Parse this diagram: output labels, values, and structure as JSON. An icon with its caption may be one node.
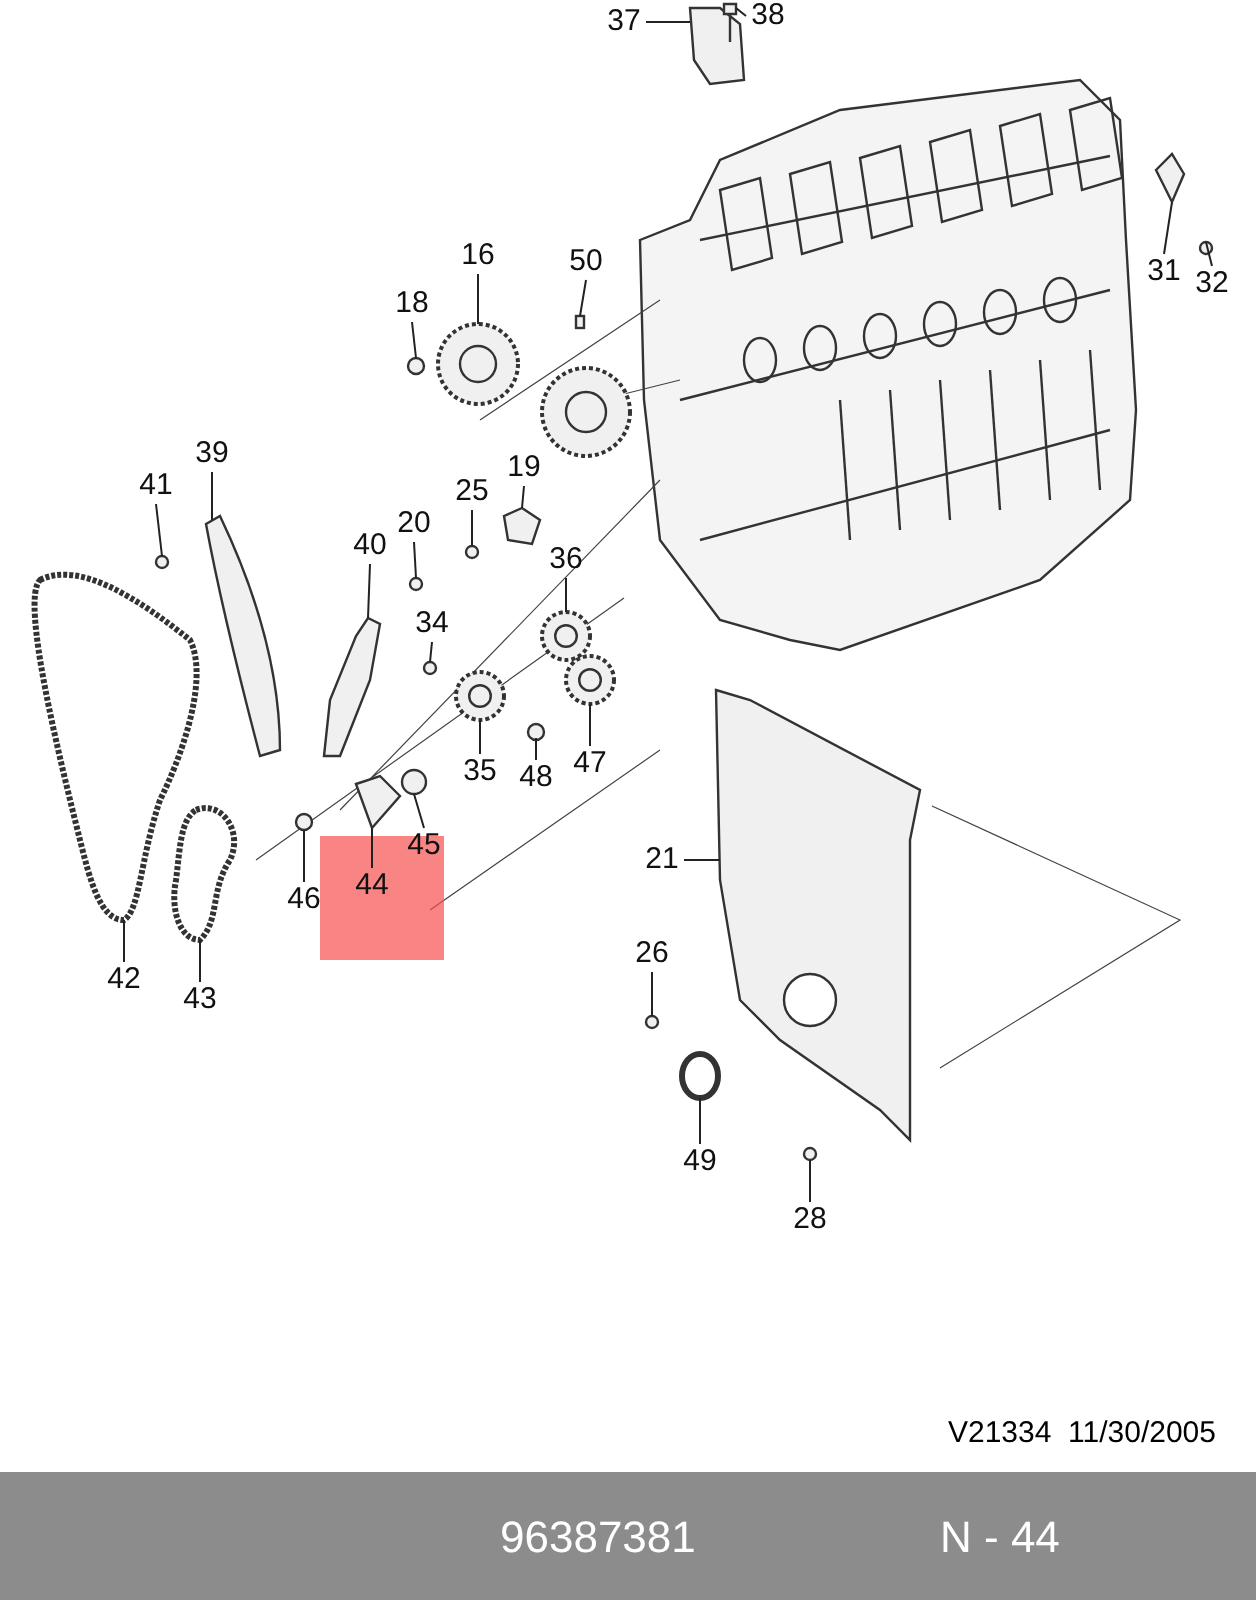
{
  "diagram": {
    "nodes": [
      {
        "text": [
          "37"
        ]
      },
      {
        "text": [
          "38"
        ]
      },
      {
        "text": [
          "16"
        ]
      },
      {
        "text": [
          "50"
        ]
      },
      {
        "text": [
          "18"
        ]
      },
      {
        "text": [
          "31"
        ]
      },
      {
        "text": [
          "32"
        ]
      },
      {
        "text": [
          "41"
        ]
      },
      {
        "text": [
          "39"
        ]
      },
      {
        "text": [
          "19"
        ]
      },
      {
        "text": [
          "25"
        ]
      },
      {
        "text": [
          "20"
        ]
      },
      {
        "text": [
          "40"
        ]
      },
      {
        "text": [
          "36"
        ]
      },
      {
        "text": [
          "34"
        ]
      },
      {
        "text": [
          "35"
        ]
      },
      {
        "text": [
          "48"
        ]
      },
      {
        "text": [
          "47"
        ]
      },
      {
        "text": [
          "21"
        ]
      },
      {
        "text": [
          "45"
        ]
      },
      {
        "text": [
          "44"
        ]
      },
      {
        "text": [
          "46"
        ]
      },
      {
        "text": [
          "42"
        ]
      },
      {
        "text": [
          "26"
        ]
      },
      {
        "text": [
          "43"
        ]
      },
      {
        "text": [
          "49"
        ]
      },
      {
        "text": [
          "28"
        ]
      },
      {
        "text": [],
        "shape": "picture"
      },
      {
        "text": [],
        "shape": "picture"
      },
      {
        "text": [],
        "shape": "picture"
      },
      {
        "text": [],
        "shape": "box"
      },
      {
        "text": [],
        "shape": "circle"
      },
      {
        "text": [],
        "shape": "picture"
      },
      {
        "text": [],
        "shape": "circle"
      },
      {
        "text": [],
        "shape": "circle"
      },
      {
        "text": [],
        "shape": "picture"
      },
      {
        "text": [],
        "shape": "picture"
      },
      {
        "text": [],
        "shape": "circle"
      },
      {
        "text": [],
        "shape": "circle"
      },
      {
        "text": [],
        "shape": "picture"
      },
      {
        "text": [],
        "shape": "picture"
      },
      {
        "text": [],
        "shape": "circle"
      },
      {
        "text": [],
        "shape": "picture"
      },
      {
        "text": [],
        "shape": "circle"
      },
      {
        "text": [],
        "shape": "picture"
      },
      {
        "text": [],
        "shape": "picture"
      },
      {
        "text": [],
        "shape": "circle"
      },
      {
        "text": [],
        "shape": "picture"
      },
      {
        "text": [],
        "shape": "circle"
      },
      {
        "text": [],
        "shape": "picture"
      },
      {
        "text": [],
        "shape": "circle"
      },
      {
        "text": [],
        "shape": "picture"
      },
      {
        "text": [],
        "shape": "picture"
      },
      {
        "text": [],
        "shape": "circle"
      }
    ],
    "edges": [
      {
        "from": 0,
        "to": 27,
        "arrow": "none"
      },
      {
        "from": 1,
        "to": 28,
        "arrow": "none"
      },
      {
        "from": 2,
        "to": 29,
        "arrow": "none"
      },
      {
        "from": 3,
        "to": 30,
        "arrow": "none"
      },
      {
        "from": 4,
        "to": 31,
        "arrow": "none"
      },
      {
        "from": 5,
        "to": 32,
        "arrow": "none"
      },
      {
        "from": 6,
        "to": 33,
        "arrow": "none"
      },
      {
        "from": 7,
        "to": 34,
        "arrow": "none"
      },
      {
        "from": 8,
        "to": 35,
        "arrow": "none"
      },
      {
        "from": 9,
        "to": 36,
        "arrow": "none"
      },
      {
        "from": 10,
        "to": 37,
        "arrow": "none"
      },
      {
        "from": 11,
        "to": 38,
        "arrow": "none"
      },
      {
        "from": 12,
        "to": 39,
        "arrow": "none"
      },
      {
        "from": 13,
        "to": 40,
        "arrow": "none"
      },
      {
        "from": 14,
        "to": 41,
        "arrow": "none"
      },
      {
        "from": 15,
        "to": 42,
        "arrow": "none"
      },
      {
        "from": 16,
        "to": 43,
        "arrow": "none"
      },
      {
        "from": 17,
        "to": 44,
        "arrow": "none"
      },
      {
        "from": 18,
        "to": 45,
        "arrow": "none"
      },
      {
        "from": 19,
        "to": 46,
        "arrow": "none"
      },
      {
        "from": 20,
        "to": 47,
        "arrow": "none"
      },
      {
        "from": 21,
        "to": 48,
        "arrow": "none"
      },
      {
        "from": 22,
        "to": 49,
        "arrow": "none"
      },
      {
        "from": 23,
        "to": 50,
        "arrow": "none"
      },
      {
        "from": 24,
        "to": 51,
        "arrow": "none"
      },
      {
        "from": 25,
        "to": 52,
        "arrow": "none"
      },
      {
        "from": 26,
        "to": 53,
        "arrow": "none"
      }
    ],
    "labels": [
      "V21334  11/30/2005",
      "96387381",
      "N - 44"
    ]
  }
}
